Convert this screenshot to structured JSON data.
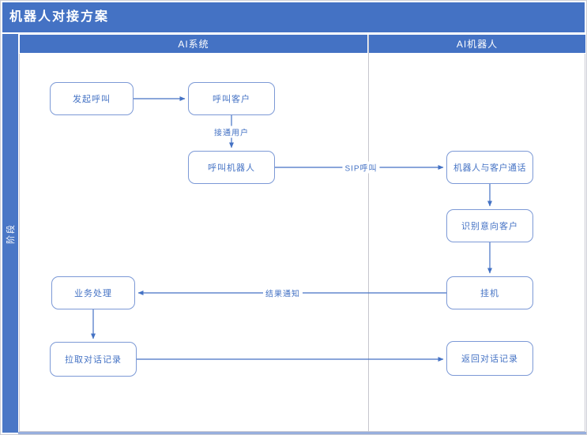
{
  "title": "机器人对接方案",
  "phase_label": "阶段",
  "lanes": [
    {
      "label": "AI系统"
    },
    {
      "label": "AI机器人"
    }
  ],
  "nodes": [
    {
      "id": "initiate-call",
      "label": "发起呼叫",
      "lane": "AI系统"
    },
    {
      "id": "call-customer",
      "label": "呼叫客户",
      "lane": "AI系统"
    },
    {
      "id": "call-robot",
      "label": "呼叫机器人",
      "lane": "AI系统"
    },
    {
      "id": "robot-customer-talk",
      "label": "机器人与客户通话",
      "lane": "AI机器人"
    },
    {
      "id": "identify-intent-customer",
      "label": "识别意向客户",
      "lane": "AI机器人"
    },
    {
      "id": "hang-up",
      "label": "挂机",
      "lane": "AI机器人"
    },
    {
      "id": "business-processing",
      "label": "业务处理",
      "lane": "AI系统"
    },
    {
      "id": "pull-conversation-records",
      "label": "拉取对话记录",
      "lane": "AI系统"
    },
    {
      "id": "return-conversation-records",
      "label": "返回对话记录",
      "lane": "AI机器人"
    }
  ],
  "edges": [
    {
      "from": "发起呼叫",
      "to": "呼叫客户",
      "label": ""
    },
    {
      "from": "呼叫客户",
      "to": "呼叫机器人",
      "label": "接通用户"
    },
    {
      "from": "呼叫机器人",
      "to": "机器人与客户通话",
      "label": "SIP呼叫"
    },
    {
      "from": "机器人与客户通话",
      "to": "识别意向客户",
      "label": ""
    },
    {
      "from": "识别意向客户",
      "to": "挂机",
      "label": ""
    },
    {
      "from": "挂机",
      "to": "业务处理",
      "label": "结果通知"
    },
    {
      "from": "业务处理",
      "to": "拉取对话记录",
      "label": ""
    },
    {
      "from": "拉取对话记录",
      "to": "返回对话记录",
      "label": ""
    }
  ],
  "colors": {
    "accent": "#4472c4",
    "node_border": "#7c99d6",
    "node_text": "#4472c4",
    "lane_divider": "#c6c6ce",
    "bottom_bar": "#97aedd"
  }
}
